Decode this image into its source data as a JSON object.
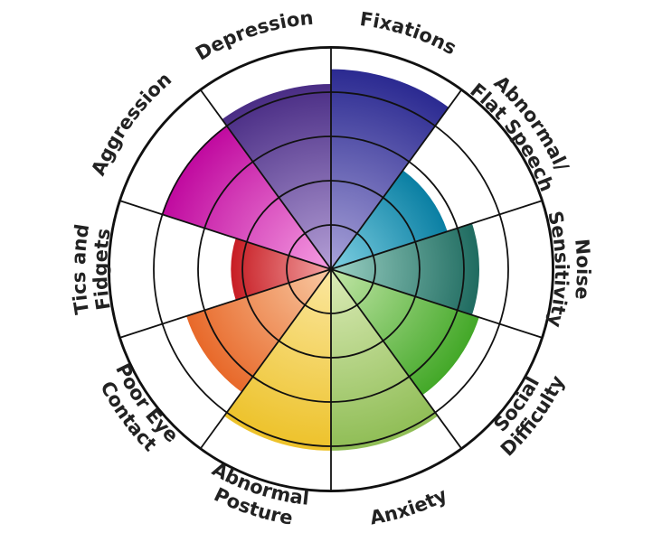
{
  "chart_data": {
    "type": "polar-area",
    "rmax": 6,
    "rings": 6,
    "categories": [
      {
        "lines": [
          "Fixations"
        ],
        "value": 5.4,
        "colors": [
          "#a9a3d9",
          "#2b2a91"
        ]
      },
      {
        "lines": [
          "Abnormal/",
          "Flat Speech"
        ],
        "value": 3.3,
        "colors": [
          "#7fd0e2",
          "#0a7fa3"
        ]
      },
      {
        "lines": [
          "Noise",
          "Sensitivity"
        ],
        "value": 4.0,
        "colors": [
          "#9bd1c4",
          "#1f6b60"
        ]
      },
      {
        "lines": [
          "Social",
          "Difficulty"
        ],
        "value": 4.2,
        "colors": [
          "#c3e6a8",
          "#43a828"
        ]
      },
      {
        "lines": [
          "Anxiety"
        ],
        "value": 4.9,
        "colors": [
          "#dcebb8",
          "#8fbd55"
        ]
      },
      {
        "lines": [
          "Abnormal",
          "Posture"
        ],
        "value": 4.9,
        "colors": [
          "#fbe7a0",
          "#edc22a"
        ]
      },
      {
        "lines": [
          "Poor Eye",
          "Contact"
        ],
        "value": 4.1,
        "colors": [
          "#f8c9a3",
          "#e8692a"
        ]
      },
      {
        "lines": [
          "Tics and",
          "Fidgets"
        ],
        "value": 2.7,
        "colors": [
          "#f3a4a4",
          "#c71d24"
        ]
      },
      {
        "lines": [
          "Aggression"
        ],
        "value": 4.8,
        "colors": [
          "#f59ee2",
          "#c0099f"
        ]
      },
      {
        "lines": [
          "Depression"
        ],
        "value": 5.0,
        "colors": [
          "#b49fd6",
          "#4a2d85"
        ]
      }
    ]
  }
}
